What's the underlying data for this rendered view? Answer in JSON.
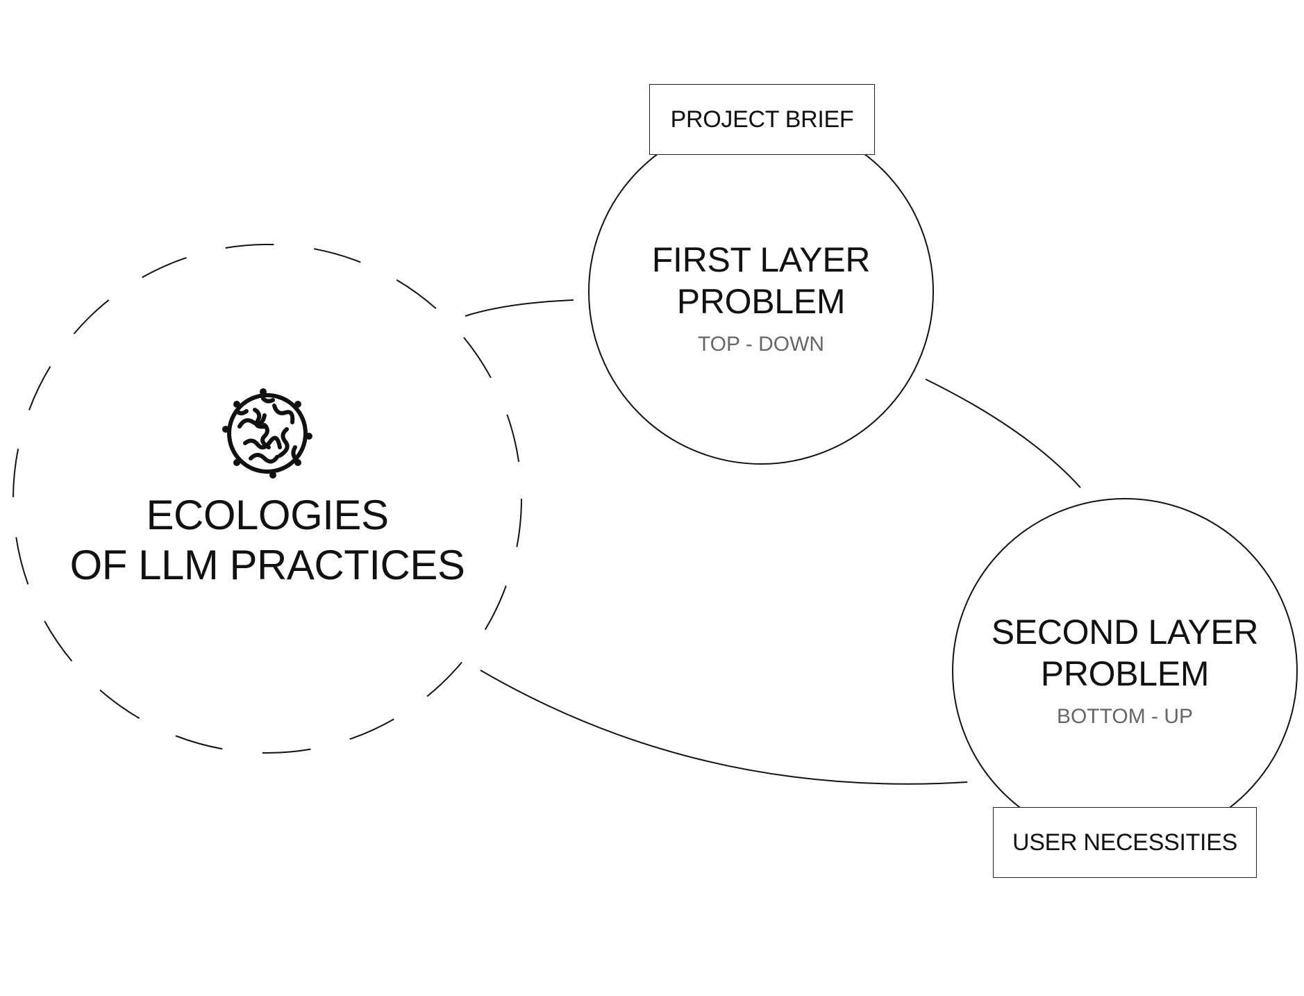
{
  "main_node": {
    "title_line1": "ECOLOGIES",
    "title_line2": "OF LLM PRACTICES",
    "icon": "coral-maze-icon"
  },
  "first_layer": {
    "title_line1": "FIRST LAYER",
    "title_line2": "PROBLEM",
    "subtitle": "TOP - DOWN",
    "tag": "PROJECT BRIEF"
  },
  "second_layer": {
    "title_line1": "SECOND LAYER",
    "title_line2": "PROBLEM",
    "subtitle": "BOTTOM - UP",
    "tag": "USER NECESSITIES"
  },
  "colors": {
    "stroke": "#111111",
    "subtitle": "#666666",
    "background": "#ffffff"
  }
}
